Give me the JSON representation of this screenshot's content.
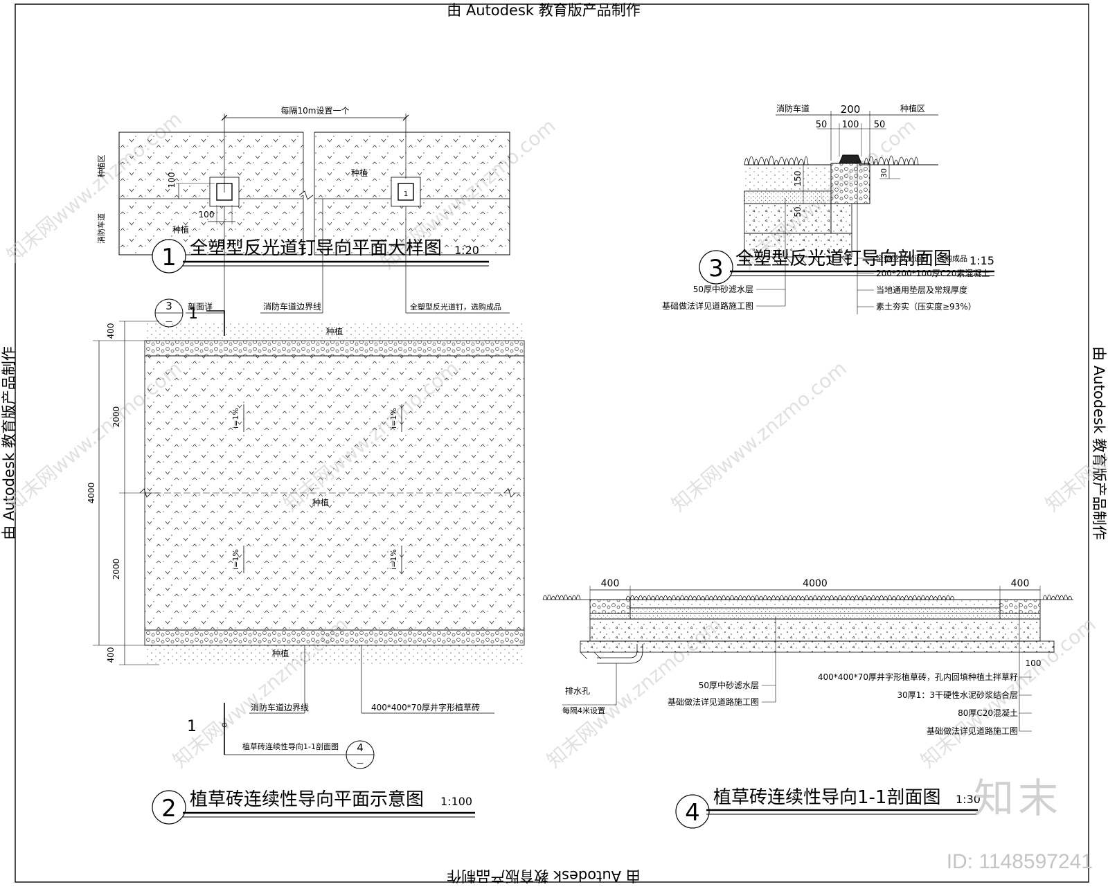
{
  "stamp": "由 Autodesk 教育版产品制作",
  "watermark_text": "知末网www.znzmo.com",
  "logo": "知末",
  "id_label": "ID: 1148597241",
  "drawing1": {
    "number": "1",
    "title": "全塑型反光道钉导向平面大样图",
    "scale": "1:20",
    "interval_note": "每隔10m设置一个",
    "zone_planting": "种植区",
    "zone_road": "消防车道",
    "planting": "种植",
    "dim_100a": "100",
    "dim_100b": "100",
    "callout_num": "3",
    "callout_sub": "—",
    "callout_text": "剖面详",
    "edge_line": "消防车道边界线",
    "stud_note": "全塑型反光道钉，选购成品",
    "stud_tag": "1"
  },
  "drawing2": {
    "number": "2",
    "title": "植草砖连续性导向平面示意图",
    "scale": "1:100",
    "section_mark": "1",
    "planting_top": "种植",
    "planting_mid": "种植",
    "planting_bottom": "种植",
    "slope": "i=1%",
    "dim_400": "400",
    "dim_2000": "2000",
    "dim_4000": "4000",
    "edge_line": "消防车道边界线",
    "paver_note": "400*400*70厚井字形植草砖",
    "section_ref": "植草砖连续性导向1-1剖面图",
    "callout_num": "4",
    "callout_sub": "—"
  },
  "drawing3": {
    "number": "3",
    "title": "全塑型反光道钉导向剖面图",
    "scale": "1:15",
    "label_road": "消防车道",
    "label_planting": "种植区",
    "dim_200": "200",
    "dim_50": "50",
    "dim_100": "100",
    "dim_150": "150",
    "dim_30": "30",
    "note_stud": "全塑型反光道钉，选购成品",
    "note_concrete": "200*200*100厚C20素混凝土",
    "note_base": "当地通用垫层及常规厚度",
    "note_soil": "素土夯实（压实度≥93%）",
    "note_sand": "50厚中砂滤水层",
    "note_foundation": "基础做法详见道路施工图"
  },
  "drawing4": {
    "number": "4",
    "title": "植草砖连续性导向1-1剖面图",
    "scale": "1:30",
    "dim_400": "400",
    "dim_4000": "4000",
    "dim_100": "100",
    "note_paver": "400*400*70厚井字形植草砖，孔内回填种植土拌草籽",
    "note_mortar": "30厚1：3干硬性水泥砂浆结合层",
    "note_concrete": "80厚C20混凝土",
    "note_foundation": "基础做法详见道路施工图",
    "note_sand": "50厚中砂滤水层",
    "note_foundation2": "基础做法详见道路施工图",
    "drain": "排水孔",
    "drain_spacing": "每隔4米设置"
  }
}
